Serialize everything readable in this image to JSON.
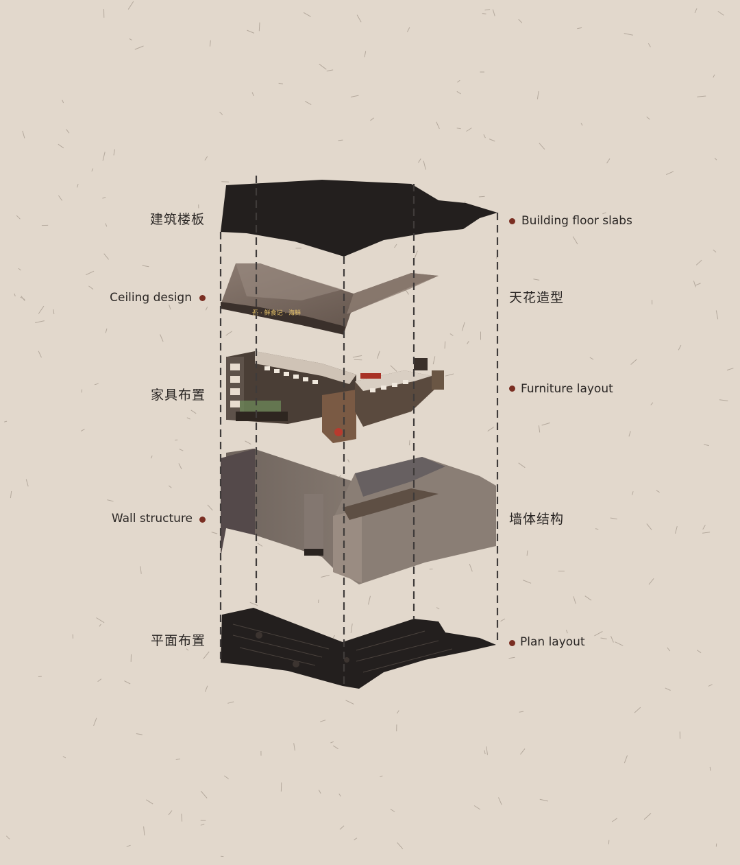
{
  "layers": [
    {
      "id": "floor-slab",
      "label_zh": "建筑楼板",
      "label_en": "Building floor slabs"
    },
    {
      "id": "ceiling",
      "label_zh": "天花造型",
      "label_en": "Ceiling design"
    },
    {
      "id": "furniture",
      "label_zh": "家具布置",
      "label_en": "Furniture layout"
    },
    {
      "id": "wall",
      "label_zh": "墙体结构",
      "label_en": "Wall structure"
    },
    {
      "id": "plan",
      "label_zh": "平面布置",
      "label_en": "Plan layout"
    }
  ],
  "ceiling_sign_text": "吾 · 鲜食记 · 海鲜",
  "colors": {
    "background": "#e2d8cc",
    "slab": "#231f1e",
    "wall": "#7b6f67",
    "ceiling": "#6e5f56",
    "bullet": "#7a2e22",
    "guide": "#444444"
  }
}
